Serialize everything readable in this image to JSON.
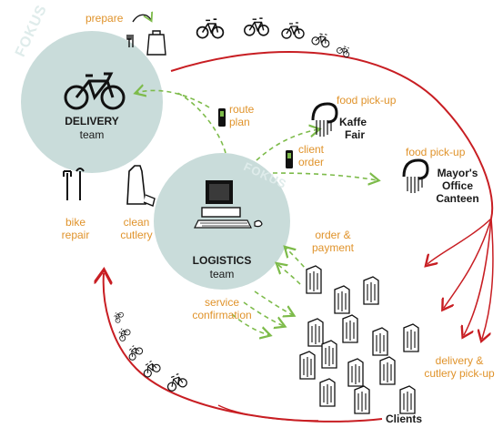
{
  "colors": {
    "team_circle": "#c9dcda",
    "orange_text": "#e0932b",
    "red_flow": "#c81e23",
    "green_flow": "#7dbb4a",
    "dark_text": "#1a1a1a"
  },
  "watermark": "FOKUS",
  "delivery_team": {
    "name": "DELIVERY",
    "sub": "team"
  },
  "logistics_team": {
    "name": "LOGISTICS",
    "sub": "team"
  },
  "labels": {
    "prepare": "prepare",
    "route_plan_1": "route",
    "route_plan_2": "plan",
    "client_order_1": "client",
    "client_order_2": "order",
    "food_pickup_1": "food pick-up",
    "food_pickup_2": "food pick-up",
    "bike_repair_1": "bike",
    "bike_repair_2": "repair",
    "clean_cutlery_1": "clean",
    "clean_cutlery_2": "cutlery",
    "order_payment_1": "order &",
    "order_payment_2": "payment",
    "service_conf_1": "service",
    "service_conf_2": "confirmation",
    "delivery_cutlery_1": "delivery &",
    "delivery_cutlery_2": "cutlery pick-up",
    "clients": "Clients"
  },
  "places": {
    "kaffe_1": "Kaffe",
    "kaffe_2": "Fair",
    "mayor_1": "Mayor's",
    "mayor_2": "Office",
    "mayor_3": "Canteen"
  },
  "icons": [
    "bicycle-icon",
    "tools-icon",
    "cutlery-icon",
    "computer-icon",
    "phone-icon",
    "building-icon",
    "restaurant-icon"
  ]
}
